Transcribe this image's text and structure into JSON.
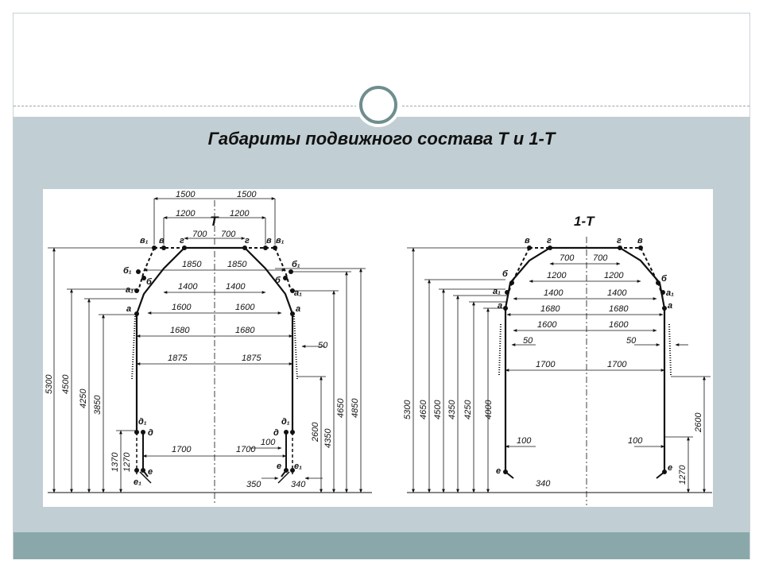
{
  "slide": {
    "title": "Габариты подвижного состава Т и 1-Т",
    "colors": {
      "content_band": "#c1ced3",
      "bottom_band": "#8aa8aa",
      "circle_ring": "#6f8e8d"
    }
  },
  "diagram_T": {
    "title": "Т",
    "points": {
      "v1": "в₁",
      "v": "в",
      "g": "г",
      "b1": "б₁",
      "b": "б",
      "a1": "а₁",
      "a": "а",
      "d1": "д₁",
      "d": "д",
      "e": "е",
      "e1": "е₁"
    },
    "horizontal_dims": {
      "w1500": "1500",
      "w1200": "1200",
      "w700": "700",
      "w1850": "1850",
      "w1400": "1400",
      "w1600": "1600",
      "w1680": "1680",
      "w1875": "1875",
      "w1700": "1700",
      "w50": "50",
      "w100": "100",
      "w350": "350",
      "w340": "340"
    },
    "vertical_dims": {
      "h5300": "5300",
      "h4500": "4500",
      "h4250": "4250",
      "h3850": "3850",
      "h1370": "1370",
      "h1270": "1270",
      "h2600": "2600",
      "h4350": "4350",
      "h4650": "4650",
      "h4850": "4850"
    }
  },
  "diagram_1T": {
    "title": "1-Т",
    "points": {
      "v": "в",
      "g": "г",
      "b": "б",
      "a1": "а₁",
      "a": "а",
      "e": "е"
    },
    "horizontal_dims": {
      "w700": "700",
      "w1200": "1200",
      "w1400": "1400",
      "w1680": "1680",
      "w1600": "1600",
      "w50": "50",
      "w1700": "1700",
      "w100": "100",
      "w340": "340"
    },
    "vertical_dims": {
      "h5300": "5300",
      "h4650": "4650",
      "h4500": "4500",
      "h4350": "4350",
      "h4250": "4250",
      "h4000": "4000",
      "h2600": "2600",
      "h1270": "1270"
    }
  }
}
